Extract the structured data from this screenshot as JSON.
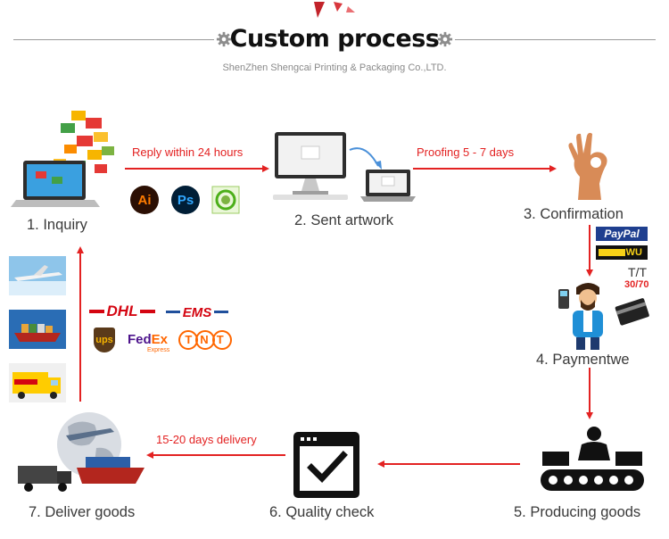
{
  "header": {
    "title": "Custom process",
    "subtitle": "ShenZhen Shengcai Printing & Packaging Co.,LTD."
  },
  "steps": [
    {
      "label": "1. Inquiry"
    },
    {
      "label": "2. Sent artwork"
    },
    {
      "label": "3. Confirmation"
    },
    {
      "label": "4. Paymentwe"
    },
    {
      "label": "5. Producing goods"
    },
    {
      "label": "6. Quality check"
    },
    {
      "label": "7. Deliver goods"
    }
  ],
  "arrows": {
    "reply": "Reply  within  24  hours",
    "proofing": "Proofing 5 - 7 days",
    "delivery": "15-20 days delivery"
  },
  "software_icons": [
    {
      "text": "Ai",
      "color": "#ff7c00",
      "bg": "#2b0f03",
      "icon": "illustrator-icon"
    },
    {
      "text": "Ps",
      "color": "#31a8ff",
      "bg": "#001e36",
      "icon": "photoshop-icon"
    },
    {
      "text": "",
      "color": "#4caf1a",
      "bg": "#eaf7d8",
      "icon": "coreldraw-icon"
    }
  ],
  "payment": {
    "paypal": "PayPal",
    "western_union": "WU",
    "tt": "T/T",
    "tt_ratio": "30/70"
  },
  "couriers": {
    "dhl": "DHL",
    "ems": "EMS",
    "ups": "ups",
    "fedex_fed": "Fed",
    "fedex_ex": "Ex",
    "fedex_sub": "Express",
    "tnt": "TNT"
  },
  "colors": {
    "arrow_red": "#e32222",
    "title_text": "#111111",
    "label_text": "#3a3a3a",
    "subtitle_text": "#8a8a8a"
  }
}
